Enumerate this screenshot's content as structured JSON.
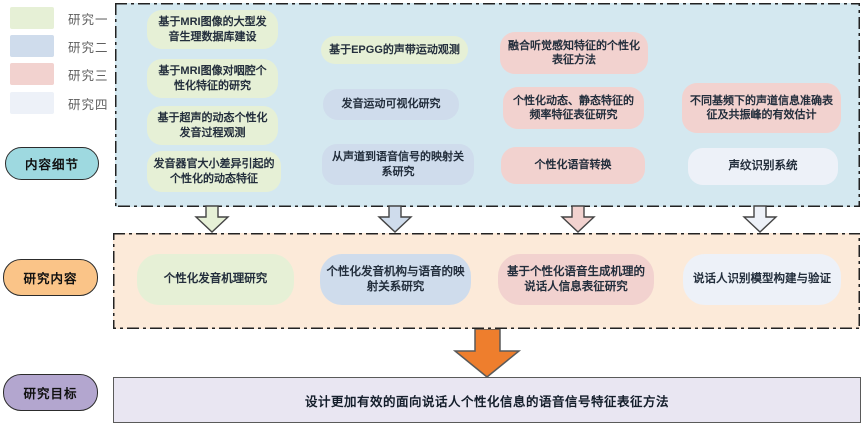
{
  "legend": {
    "items": [
      {
        "label": "研究一",
        "color": "#e6f0d6"
      },
      {
        "label": "研究二",
        "color": "#cfdcec"
      },
      {
        "label": "研究三",
        "color": "#f2d2cf"
      },
      {
        "label": "研究四",
        "color": "#edf1f8"
      }
    ]
  },
  "stage_labels": {
    "details": "内容细节",
    "content": "研究内容",
    "goal": "研究目标"
  },
  "details_panel": {
    "col1": [
      "基于MRI图像的大型发音生理数据库建设",
      "基于MRI图像对咽腔个性化特征的研究",
      "基于超声的动态个性化发音过程观测",
      "发音器官大小差异引起的个性化的动态特征"
    ],
    "col2": [
      "基于EPGG的声带运动观测",
      "发音运动可视化研究",
      "从声道到语音信号的映射关系研究"
    ],
    "col3": [
      "融合听觉感知特征的个性化表征方法",
      "个性化动态、静态特征的频率特征表征研究",
      "个性化语音转换"
    ],
    "col4": [
      "不同基频下的声道信息准确表征及共振峰的有效估计",
      "声纹识别系统"
    ]
  },
  "content_panel": {
    "boxes": [
      "个性化发音机理研究",
      "个性化发音机构与语音的映射关系研究",
      "基于个性化语音生成机理的说话人信息表征研究",
      "说话人识别模型构建与验证"
    ]
  },
  "goal_panel": {
    "text": "设计更加有效的面向说话人个性化信息的语音信号特征表征方法"
  },
  "colors": {
    "study1": "#e6f0d6",
    "study2": "#cfdcec",
    "study3": "#f2d2cf",
    "study4": "#edf1f8",
    "details_bg": "#d4e8f0",
    "content_bg": "#fcead9",
    "goal_bg": "#e9e6f2",
    "pill_details": "#9ed9e0",
    "pill_content": "#fac488",
    "pill_goal": "#b3a6cf",
    "big_arrow": "#ee7e2d",
    "arrow_outline": "#444444"
  }
}
